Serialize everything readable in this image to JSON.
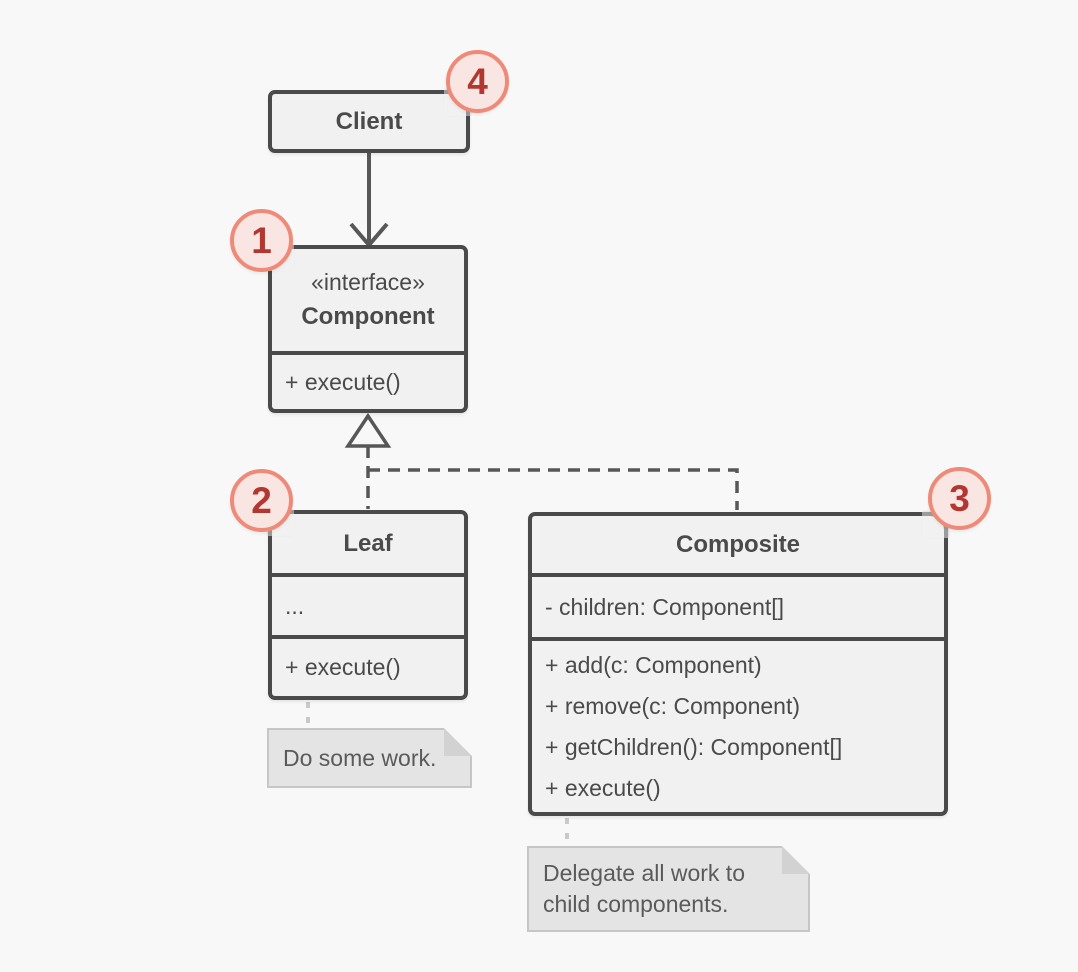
{
  "colors": {
    "background": "#f8f8f9",
    "class_fill": "#f1f1f2",
    "class_border": "#4a4a4a",
    "class_text": "#4a4a4a",
    "relation_line": "#575757",
    "note_fill": "#e4e4e4",
    "note_border": "#c6c6c6",
    "note_text": "#5a5a5a",
    "note_connector": "#c9c9c9",
    "badge_fill": "#f9e5e2",
    "badge_border": "#f08a78",
    "badge_text": "#b23730"
  },
  "classes": {
    "client": {
      "name": "Client"
    },
    "component": {
      "stereotype": "«interface»",
      "name": "Component",
      "methods": [
        "+ execute()"
      ]
    },
    "leaf": {
      "name": "Leaf",
      "attributes": [
        "..."
      ],
      "methods": [
        "+ execute()"
      ]
    },
    "composite": {
      "name": "Composite",
      "attributes": [
        "- children: Component[]"
      ],
      "methods": [
        "+ add(c: Component)",
        "+ remove(c: Component)",
        "+ getChildren(): Component[]",
        "+ execute()"
      ]
    }
  },
  "notes": {
    "leaf": {
      "lines": [
        "Do some work."
      ]
    },
    "composite": {
      "lines": [
        "Delegate all work to",
        "child components."
      ]
    }
  },
  "badges": [
    {
      "label": "1",
      "target": "Component"
    },
    {
      "label": "2",
      "target": "Leaf"
    },
    {
      "label": "3",
      "target": "Composite"
    },
    {
      "label": "4",
      "target": "Client"
    }
  ],
  "relations": [
    {
      "from": "Client",
      "to": "Component",
      "type": "association"
    },
    {
      "from": "Leaf",
      "to": "Component",
      "type": "realization"
    },
    {
      "from": "Composite",
      "to": "Component",
      "type": "realization"
    },
    {
      "from": "Leaf",
      "to": "Do some work.",
      "type": "note-anchor"
    },
    {
      "from": "Composite",
      "to": "Delegate all work to child components.",
      "type": "note-anchor"
    }
  ]
}
